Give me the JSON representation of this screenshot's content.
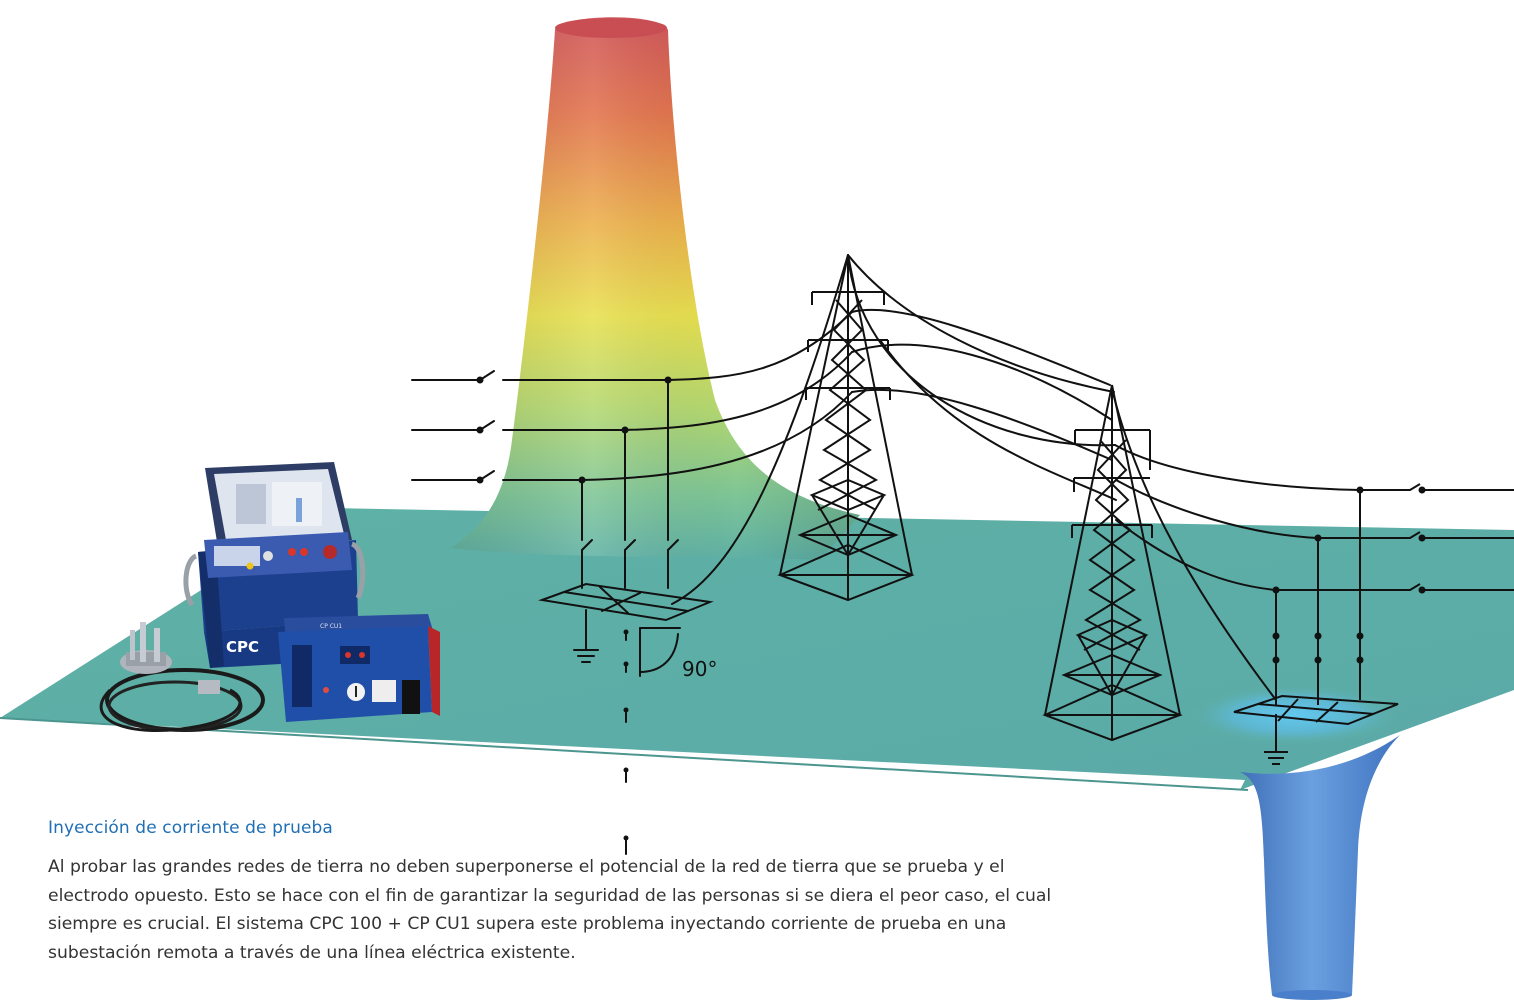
{
  "diagram": {
    "angle_label": "90°",
    "device_main_label": "CPC",
    "device_secondary_label": "CP CU1"
  },
  "caption": {
    "title": "Inyección de corriente de prueba",
    "body": "Al probar las grandes redes de tierra no deben superponerse el potencial de la red de tierra que se prueba y el electrodo opuesto. Esto se hace con el fin de garantizar la seguridad de las personas si se diera el peor caso, el cual siempre es crucial. El sistema CPC 100 + CP CU1 supera este problema inyectando corriente de prueba en una subestación remota a través de una línea eléctrica existente."
  },
  "colors": {
    "plane": "#5fb1a6",
    "peak_top": "#d0565a",
    "peak_mid": "#e6d84d",
    "well": "#4d86d6",
    "title": "#1f6fb5",
    "text": "#333333",
    "device_blue": "#1f4fa8"
  }
}
